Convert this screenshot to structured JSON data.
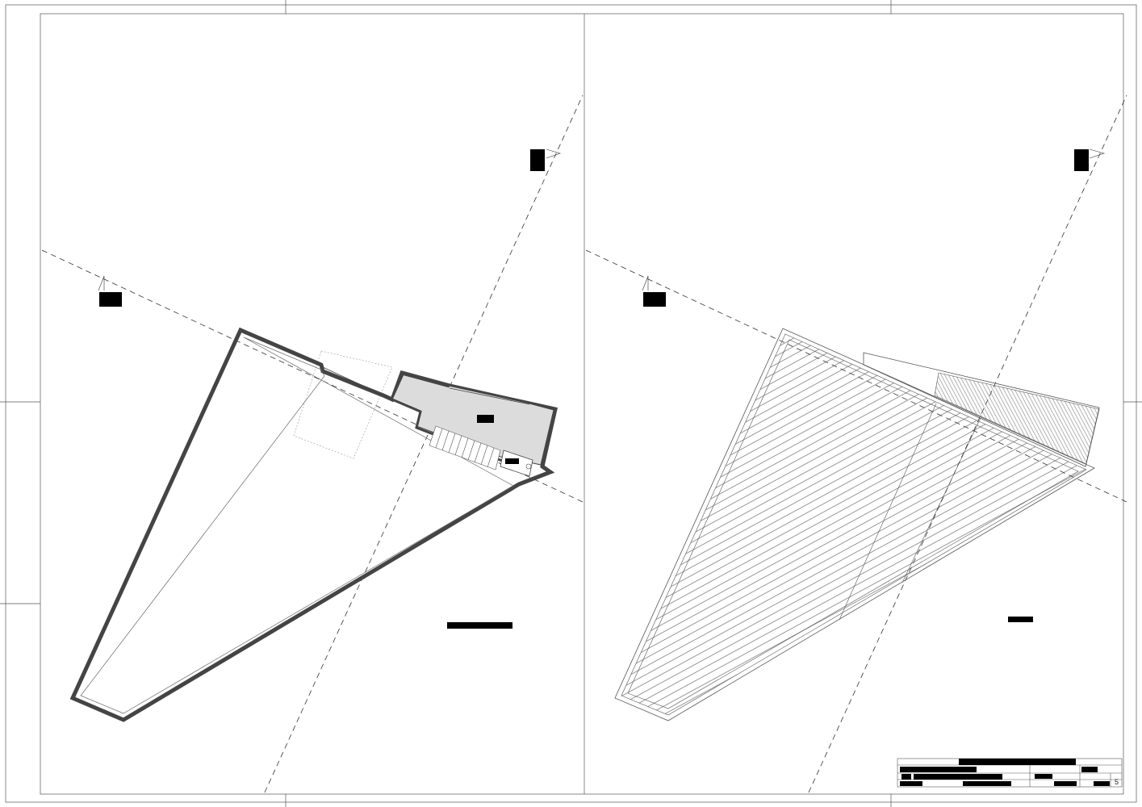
{
  "sheet": {
    "number": "5"
  },
  "plans": [
    {
      "id": "floor-plan",
      "style": "walls"
    },
    {
      "id": "roof-plan",
      "style": "hatched"
    }
  ],
  "colors": {
    "line": "#222222",
    "wall": "#444444",
    "shaded_room": "#dcdcdc",
    "redaction": "#000000"
  }
}
